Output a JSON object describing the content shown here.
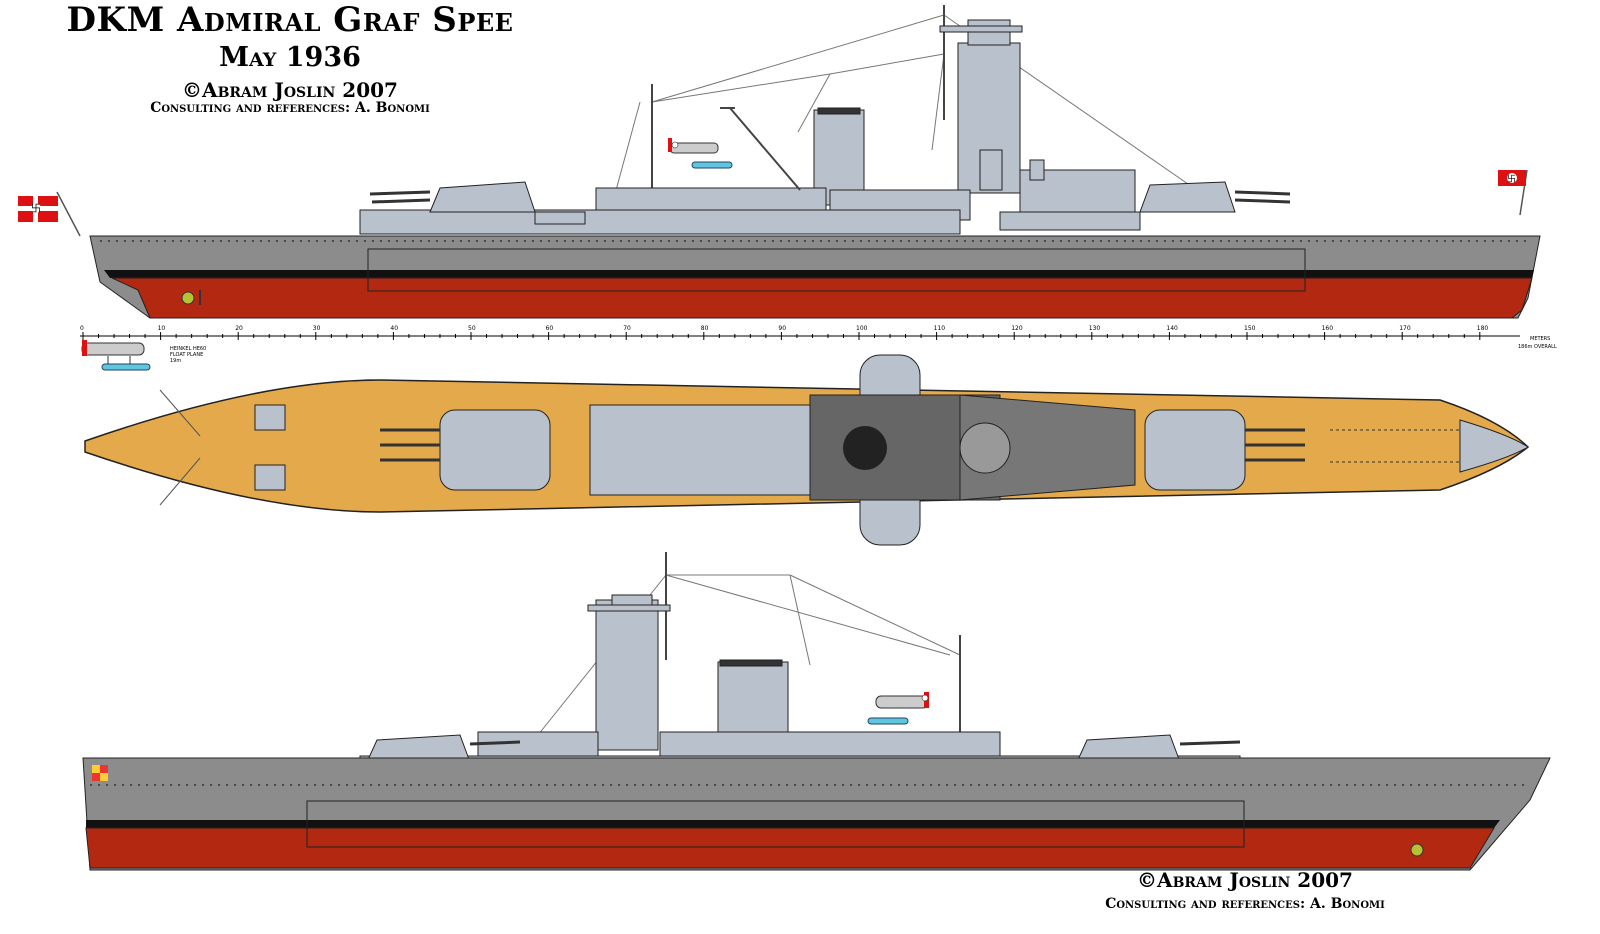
{
  "header": {
    "title": "DKM Admiral Graf Spee",
    "subtitle": "May 1936",
    "copyright": "©Abram Joslin 2007",
    "consulting": "Consulting and references: A. Bonomi"
  },
  "footer": {
    "copyright": "©Abram Joslin 2007",
    "consulting": "Consulting and references: A. Bonomi"
  },
  "scale": {
    "ticks": [
      "0",
      "10",
      "20",
      "30",
      "40",
      "50",
      "60",
      "70",
      "80",
      "90",
      "100",
      "110",
      "120",
      "130",
      "140",
      "150",
      "160",
      "170",
      "180"
    ],
    "unit": "METERS",
    "overall": "186m OVERALL"
  },
  "plane_label": {
    "line1": "HEINKEL HE60",
    "line2": "FLOAT PLANE",
    "line3": "19m"
  },
  "colors": {
    "hull_gray": "#8c8c8c",
    "super_gray": "#b9c2cc",
    "red_hull": "#b32810",
    "deck_tan": "#e4a94a",
    "boot_top": "#111111"
  }
}
